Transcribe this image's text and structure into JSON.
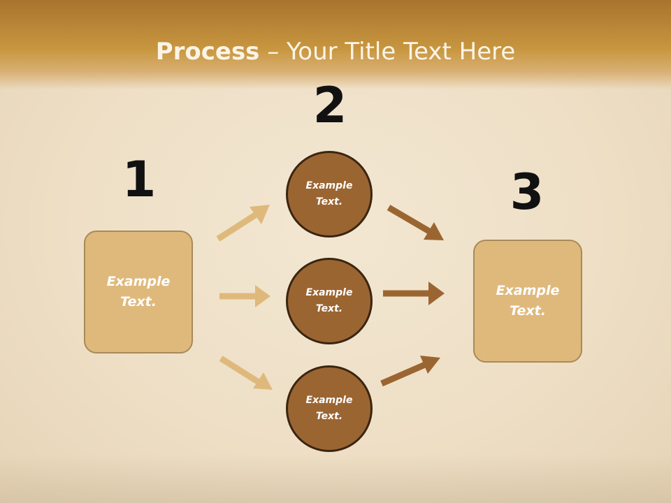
{
  "title": {
    "strong": "Process",
    "rest": " – Your Title Text Here"
  },
  "steps": [
    "1",
    "2",
    "3"
  ],
  "boxes": {
    "left": "Example\nText.",
    "right": "Example\nText."
  },
  "circles": [
    "Example\nText.",
    "Example\nText.",
    "Example\nText."
  ],
  "colors": {
    "header": "#c8963f",
    "box_fill": "#dfb97c",
    "circle_fill": "#9b6532",
    "arrow_light": "#dfb97c",
    "arrow_dark": "#9b6532"
  }
}
